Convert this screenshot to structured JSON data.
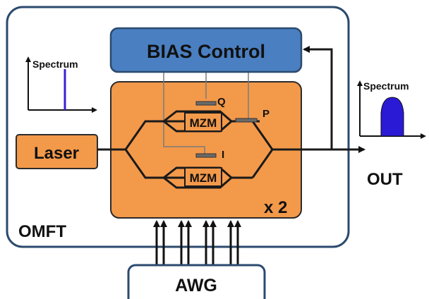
{
  "colors": {
    "frame": "#2b4a6e",
    "bias_fill": "#4a7fc1",
    "modulator_fill": "#f3994a",
    "laser_fill": "#f3994a",
    "awg_fill": "#ffffff",
    "text": "#111111",
    "spectrum_line": "#3a1fd1",
    "spectrum_fill": "#2a1ad6",
    "waveguide": "#1a1a1a",
    "bias_wire": "#7a7a7a"
  },
  "labels": {
    "bias_control": "BIAS Control",
    "laser": "Laser",
    "omft": "OMFT",
    "out": "OUT",
    "awg": "AWG",
    "multiplier": "x 2",
    "mzm_top": "MZM",
    "mzm_bottom": "MZM",
    "phase_q": "Q",
    "phase_i": "I",
    "phase_p": "P",
    "spectrum_in": "Spectrum",
    "spectrum_out": "Spectrum"
  },
  "icons": {
    "spectrum_axis": "axis-arrow-icon",
    "output_arrow": "arrow-right-icon",
    "feedback_arrow": "arrow-left-icon",
    "awg_inputs": "up-arrows-icon"
  },
  "awg_input_groups": 4,
  "awg_arrows_per_group": 2
}
